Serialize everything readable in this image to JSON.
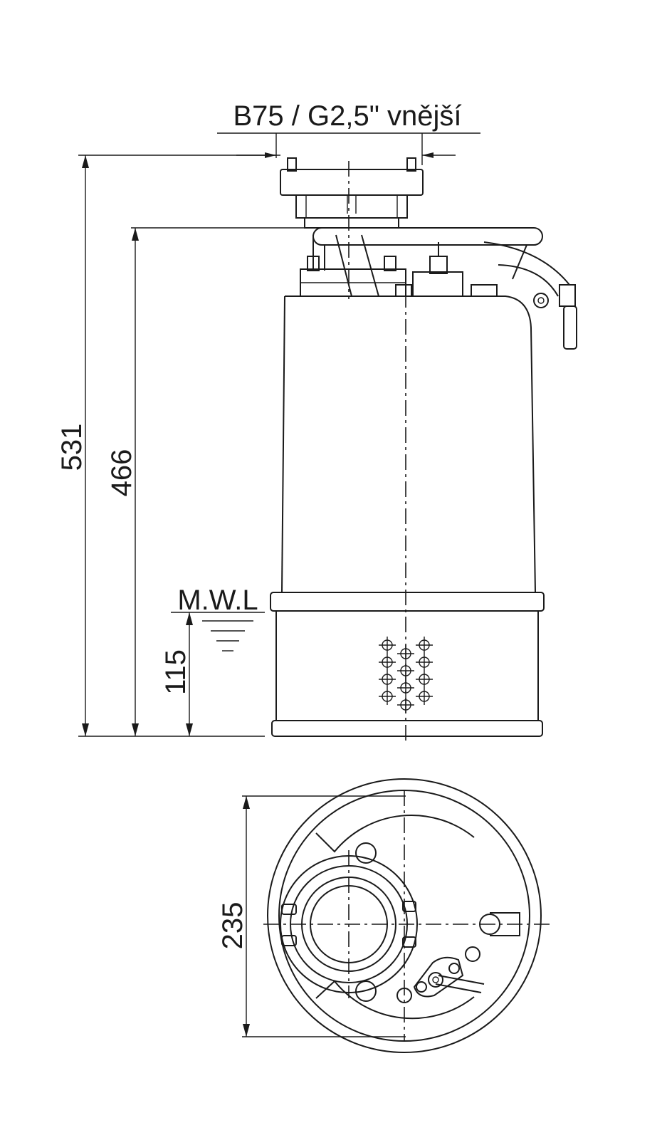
{
  "labels": {
    "outlet": "B75 / G2,5\" vnější",
    "height_total": "531",
    "height_handle": "466",
    "mwl": "M.W.L",
    "mwl_height": "115",
    "diameter": "235"
  }
}
